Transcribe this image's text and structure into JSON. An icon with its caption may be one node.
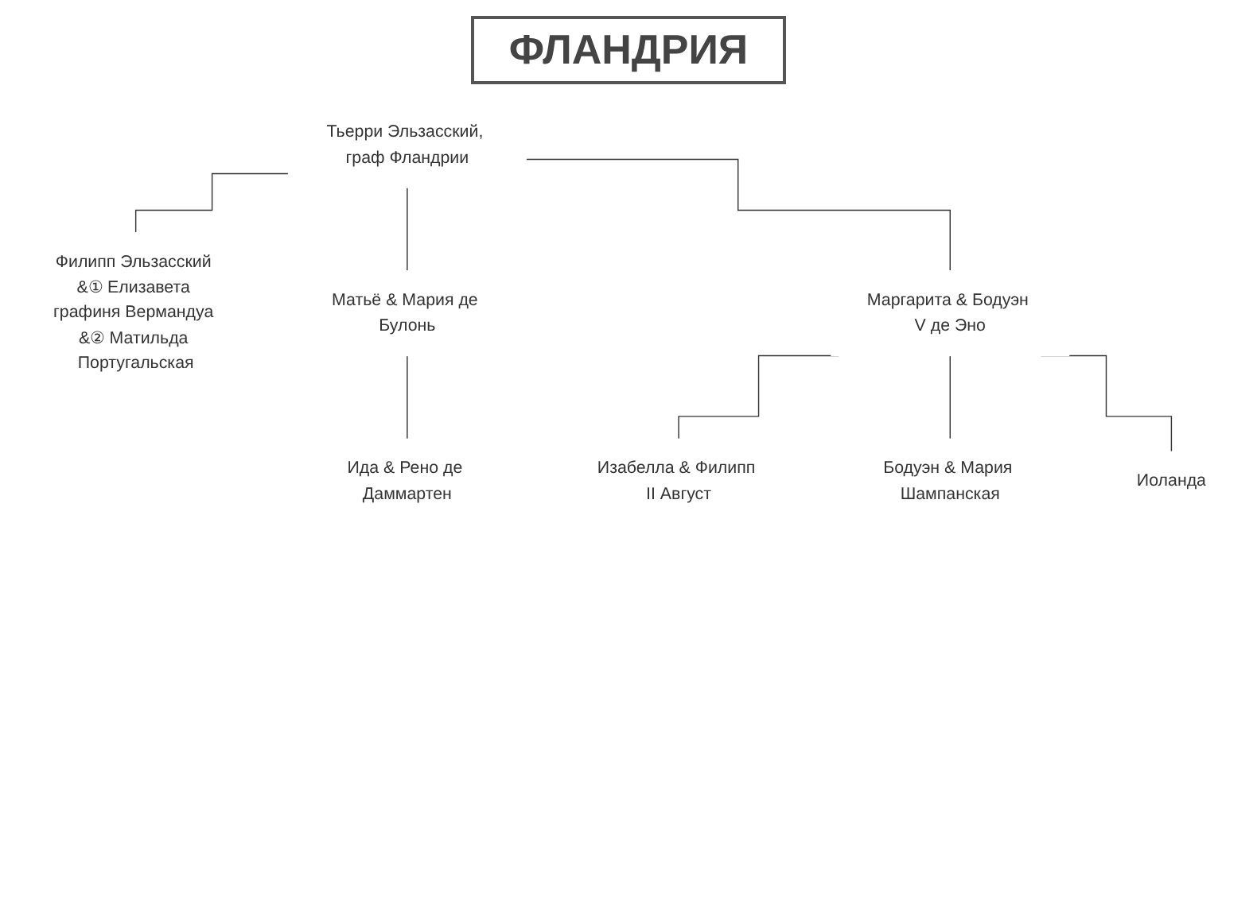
{
  "diagram": {
    "title": "ФЛАНДРИЯ",
    "nodes": [
      {
        "text": [
          "Тьерри Эльзасский, граф Фландрии"
        ]
      },
      {
        "text": [
          "Филипп Эльзасский &① Елизавета графиня Вермандуа &② Матильда Португальская"
        ]
      },
      {
        "text": [
          "Матьё & Мария де Булонь"
        ]
      },
      {
        "text": [
          "Маргарита & Бодуэн V де Эно"
        ]
      },
      {
        "text": [
          "Ида & Рено де Даммартен"
        ]
      },
      {
        "text": [
          "Изабелла & Филипп II Август"
        ]
      },
      {
        "text": [
          "Бодуэн & Мария Шампанская"
        ]
      },
      {
        "text": [
          "Иоланда"
        ]
      }
    ],
    "edges": [
      {
        "from": 0,
        "to": 1,
        "arrow": "none"
      },
      {
        "from": 0,
        "to": 2,
        "arrow": "none"
      },
      {
        "from": 0,
        "to": 3,
        "arrow": "none"
      },
      {
        "from": 2,
        "to": 4,
        "arrow": "none"
      },
      {
        "from": 3,
        "to": 5,
        "arrow": "none"
      },
      {
        "from": 3,
        "to": 6,
        "arrow": "none"
      },
      {
        "from": 3,
        "to": 7,
        "arrow": "none"
      }
    ]
  }
}
